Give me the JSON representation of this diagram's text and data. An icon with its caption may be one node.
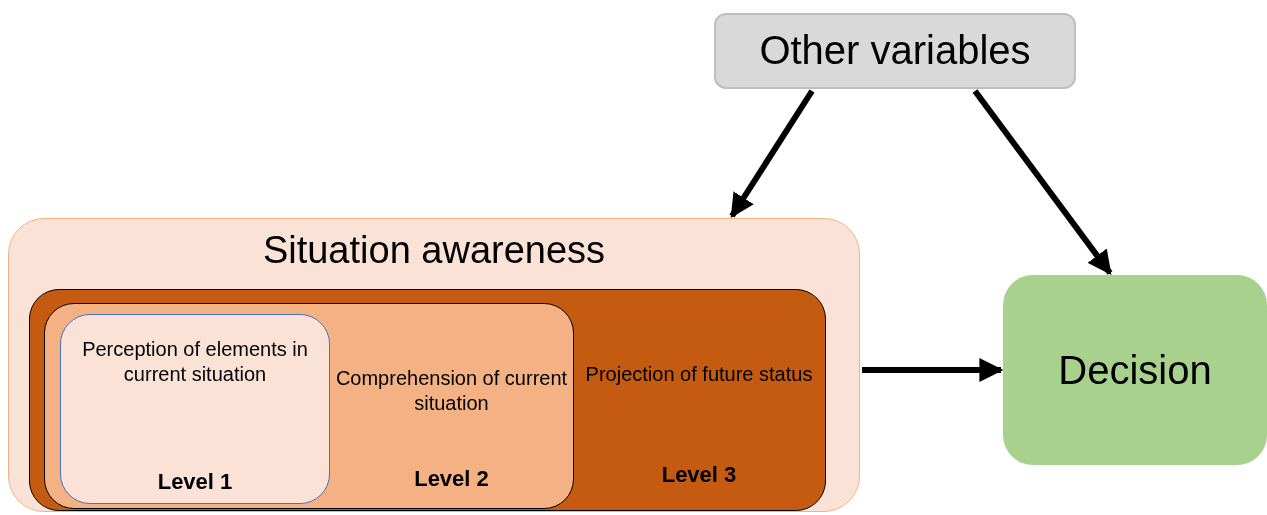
{
  "diagram": {
    "nodes": [
      {
        "text": [
          "Other variables"
        ]
      },
      {
        "text": [
          "Situation awareness"
        ]
      },
      {
        "text": [
          "Projection of future status",
          "Level 3"
        ],
        "in": 1
      },
      {
        "text": [
          "Comprehension of current situation",
          "Level 2"
        ],
        "in": 2
      },
      {
        "text": [
          "Perception of elements in current situation",
          "Level 1"
        ],
        "in": 3
      },
      {
        "text": [
          "Decision"
        ]
      }
    ],
    "edges": [
      {
        "from": 0,
        "to": 1,
        "arrow": "to"
      },
      {
        "from": 0,
        "to": 5,
        "arrow": "to"
      },
      {
        "from": 1,
        "to": 5,
        "arrow": "to"
      }
    ]
  }
}
